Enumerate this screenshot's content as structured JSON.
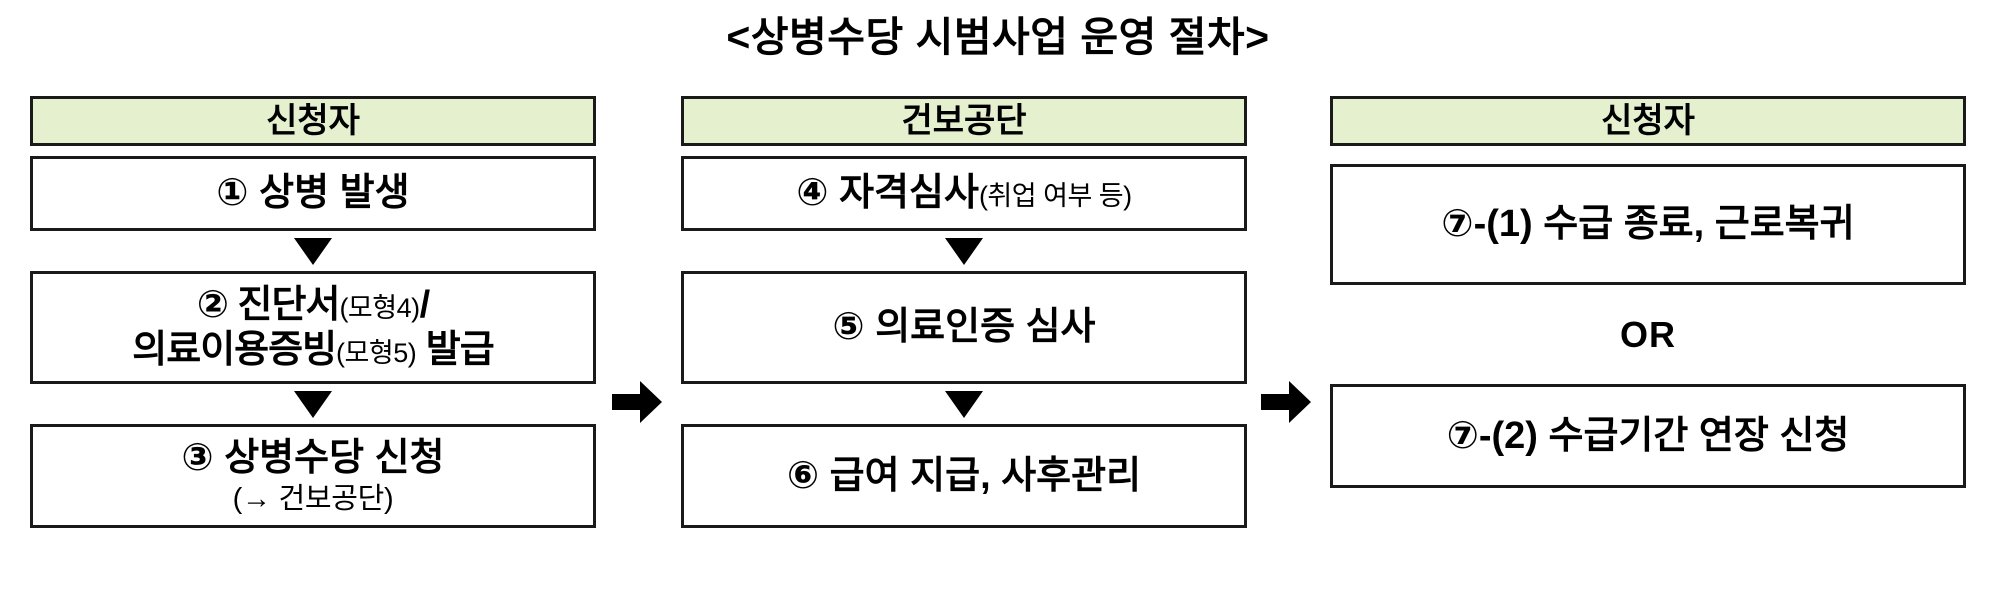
{
  "title": "<상병수당 시범사업 운영 절차>",
  "colors": {
    "header_fill": "#e4f0ce",
    "border": "#1a1a1a",
    "text": "#000000",
    "background": "#ffffff"
  },
  "columns": [
    {
      "id": "applicant-start",
      "header": "신청자",
      "steps": [
        {
          "marker": "①",
          "label": "① 상병 발생"
        },
        {
          "marker": "②",
          "label_line_1_main": "② 진단서",
          "label_line_1_note": "(모형4)",
          "label_line_1_tail": "/",
          "label_line_2_main_a": "의료이용증빙",
          "label_line_2_note": "(모형5)",
          "label_line_2_main_b": " 발급"
        },
        {
          "marker": "③",
          "label": "③ 상병수당 신청",
          "sub_label": "(→ 건보공단)"
        }
      ]
    },
    {
      "id": "nhis",
      "header": "건보공단",
      "steps": [
        {
          "marker": "④",
          "label": "④ 자격심사",
          "note": "(취업 여부 등)"
        },
        {
          "marker": "⑤",
          "label": "⑤ 의료인증 심사"
        },
        {
          "marker": "⑥",
          "label": "⑥ 급여 지급, 사후관리"
        }
      ]
    },
    {
      "id": "applicant-end",
      "header": "신청자",
      "outcomes": [
        {
          "marker": "⑦-(1)",
          "label": "⑦-(1) 수급 종료, 근로복귀"
        },
        {
          "marker": "⑦-(2)",
          "label": "⑦-(2) 수급기간 연장 신청"
        }
      ],
      "separator": "OR"
    }
  ],
  "connectors": {
    "down_arrow_glyph": "▼",
    "right_arrow_glyph": "➜",
    "between_col1_col2": "➜",
    "between_col2_col3": "➜"
  }
}
